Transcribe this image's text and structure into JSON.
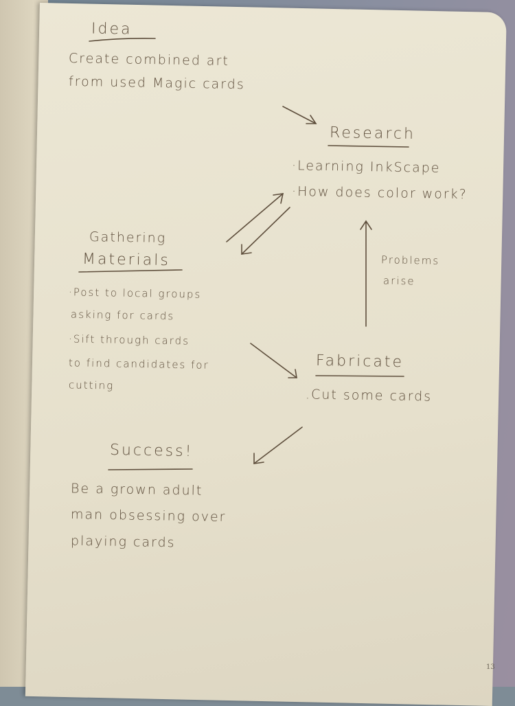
{
  "notebook": {
    "page_number": "13",
    "ink_color": "#5e4e3c",
    "paper_color": "#e8e2cf"
  },
  "idea": {
    "heading": "Idea",
    "lines": [
      "Create combined art",
      "from used Magic cards"
    ]
  },
  "research": {
    "heading": "Research",
    "lines": [
      "·Learning InkScape",
      "·How does color work?"
    ]
  },
  "gathering": {
    "heading_line1": "Gathering",
    "heading_line2": "Materials",
    "lines": [
      "·Post to local groups",
      "asking for cards",
      "·Sift through cards",
      "to find candidates for",
      "cutting"
    ]
  },
  "problems": {
    "lines": [
      "Problems",
      "arise"
    ]
  },
  "fabricate": {
    "heading": "Fabricate",
    "lines": [
      ".Cut some cards"
    ]
  },
  "success": {
    "heading": "Success!",
    "lines": [
      "Be a grown adult",
      "man obsessing over",
      "playing cards"
    ]
  }
}
